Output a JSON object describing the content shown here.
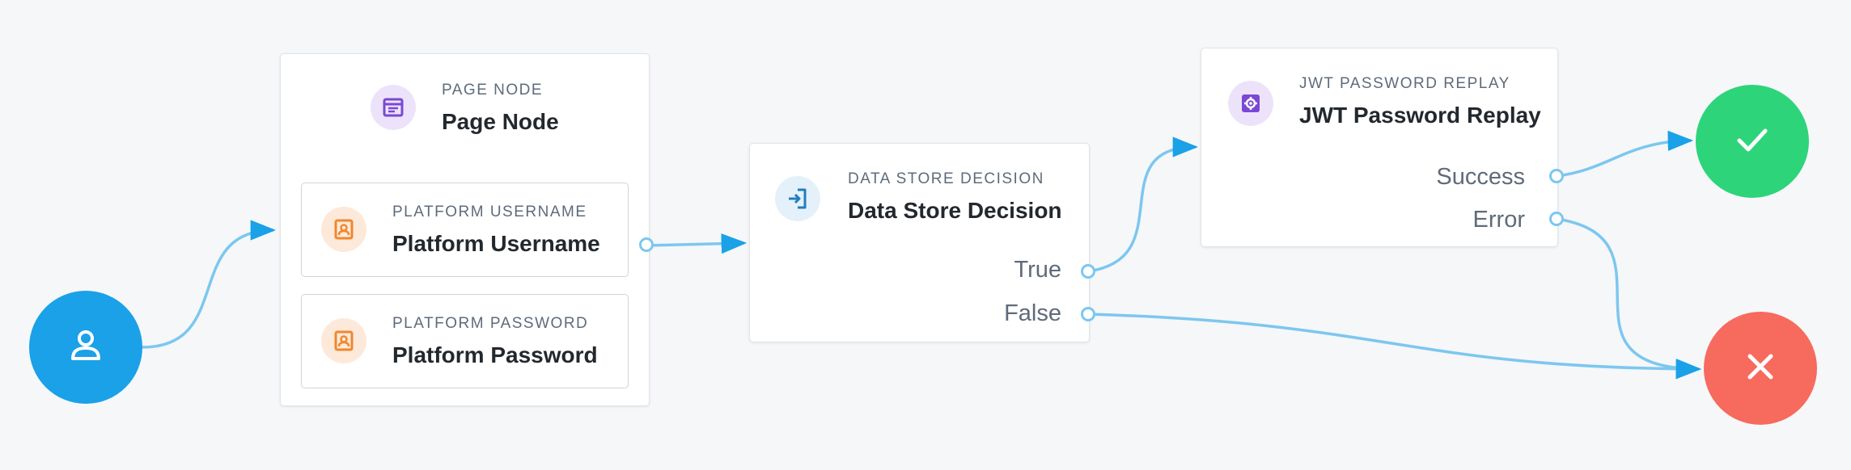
{
  "colors": {
    "wire": "#7cc7ef",
    "arrow": "#1aa1e8",
    "start": "#1aa1e8",
    "success": "#2ed47a",
    "failure": "#f76a5e",
    "canvas": "#f6f7f9"
  },
  "start_node": {
    "icon": "user-icon"
  },
  "page_node": {
    "caption": "PAGE NODE",
    "title": "Page Node",
    "icon": "page-icon",
    "children": [
      {
        "caption": "PLATFORM USERNAME",
        "title": "Platform Username",
        "icon": "id-card-icon"
      },
      {
        "caption": "PLATFORM PASSWORD",
        "title": "Platform Password",
        "icon": "id-card-icon"
      }
    ]
  },
  "data_store_node": {
    "caption": "DATA STORE DECISION",
    "title": "Data Store Decision",
    "icon": "login-icon",
    "outcomes": [
      "True",
      "False"
    ]
  },
  "jwt_node": {
    "caption": "JWT PASSWORD REPLAY",
    "title": "JWT Password Replay",
    "icon": "gear-icon",
    "outcomes": [
      "Success",
      "Error"
    ]
  },
  "success_node": {
    "icon": "checkmark-icon"
  },
  "failure_node": {
    "icon": "close-icon"
  }
}
